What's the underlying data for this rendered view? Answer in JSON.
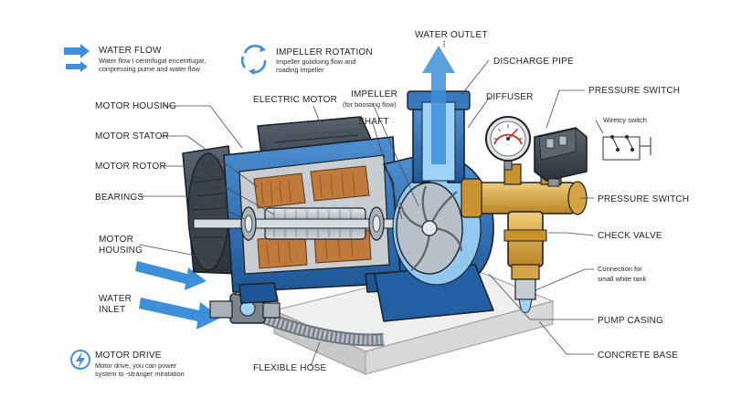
{
  "legend": {
    "water_flow": {
      "title": "WATER FLOW",
      "desc_line1": "Water flow i centrifugal encentfugat,",
      "desc_line2": "corrpressing pume and water flow"
    },
    "impeller_rotation": {
      "title": "IMPELLER ROTATION",
      "desc_line1": "Impeller guiidoing flow and",
      "desc_line2": "roading impeller"
    },
    "motor_drive": {
      "title": "MOTOR DRIVE",
      "desc_line1": "Motor drive, you can power",
      "desc_line2": "system to -stranger miratation"
    }
  },
  "labels": {
    "water_outlet": "WATER OUTLET",
    "discharge_pipe": "DISCHARGE PIPE",
    "diffuser": "DIFFUSER",
    "pressure_switch_top": "PRESSURE SWITCH",
    "wirety_switch": "Wiretcy switch",
    "impeller": "IMPELLER",
    "impeller_note": "(for boosting flow)",
    "shaft": "SHAFT",
    "electric_motor": "ELECTRIC MOTOR",
    "motor_housing_top": "MOTOR HOUSING",
    "motor_stator": "MOTOR STATOR",
    "motor_rotor": "MOTOR ROTOR",
    "bearings": "BEARINGS",
    "motor_housing_2_line1": "MOTOR",
    "motor_housing_2_line2": "HOUSING",
    "water_inlet_line1": "WATER",
    "water_inlet_line2": "INLET",
    "pressure_switch_side": "PRESSURE SWITCH",
    "check_valve": "CHECK VALVE",
    "connection_line1": "Connection for",
    "connection_line2": "small white tank",
    "pump_casing": "PUMP CASING",
    "concrete_base": "CONCRETE BASE",
    "flexible_hose": "FLEXIBLE HOSE"
  },
  "colors": {
    "motor_blue": "#2f6fb3",
    "dark_grey": "#3d4650",
    "brass": "#d9a63f",
    "copper": "#c07a3c",
    "water": "#5aa9e6",
    "arrow": "#3d8fd9",
    "base": "#dcdcdc"
  },
  "icons": {
    "water_flow": "double-arrow-icon",
    "impeller_rotation": "rotation-arrows-icon",
    "motor_drive": "lightning-circle-icon",
    "gauge": "pressure-gauge-icon"
  }
}
